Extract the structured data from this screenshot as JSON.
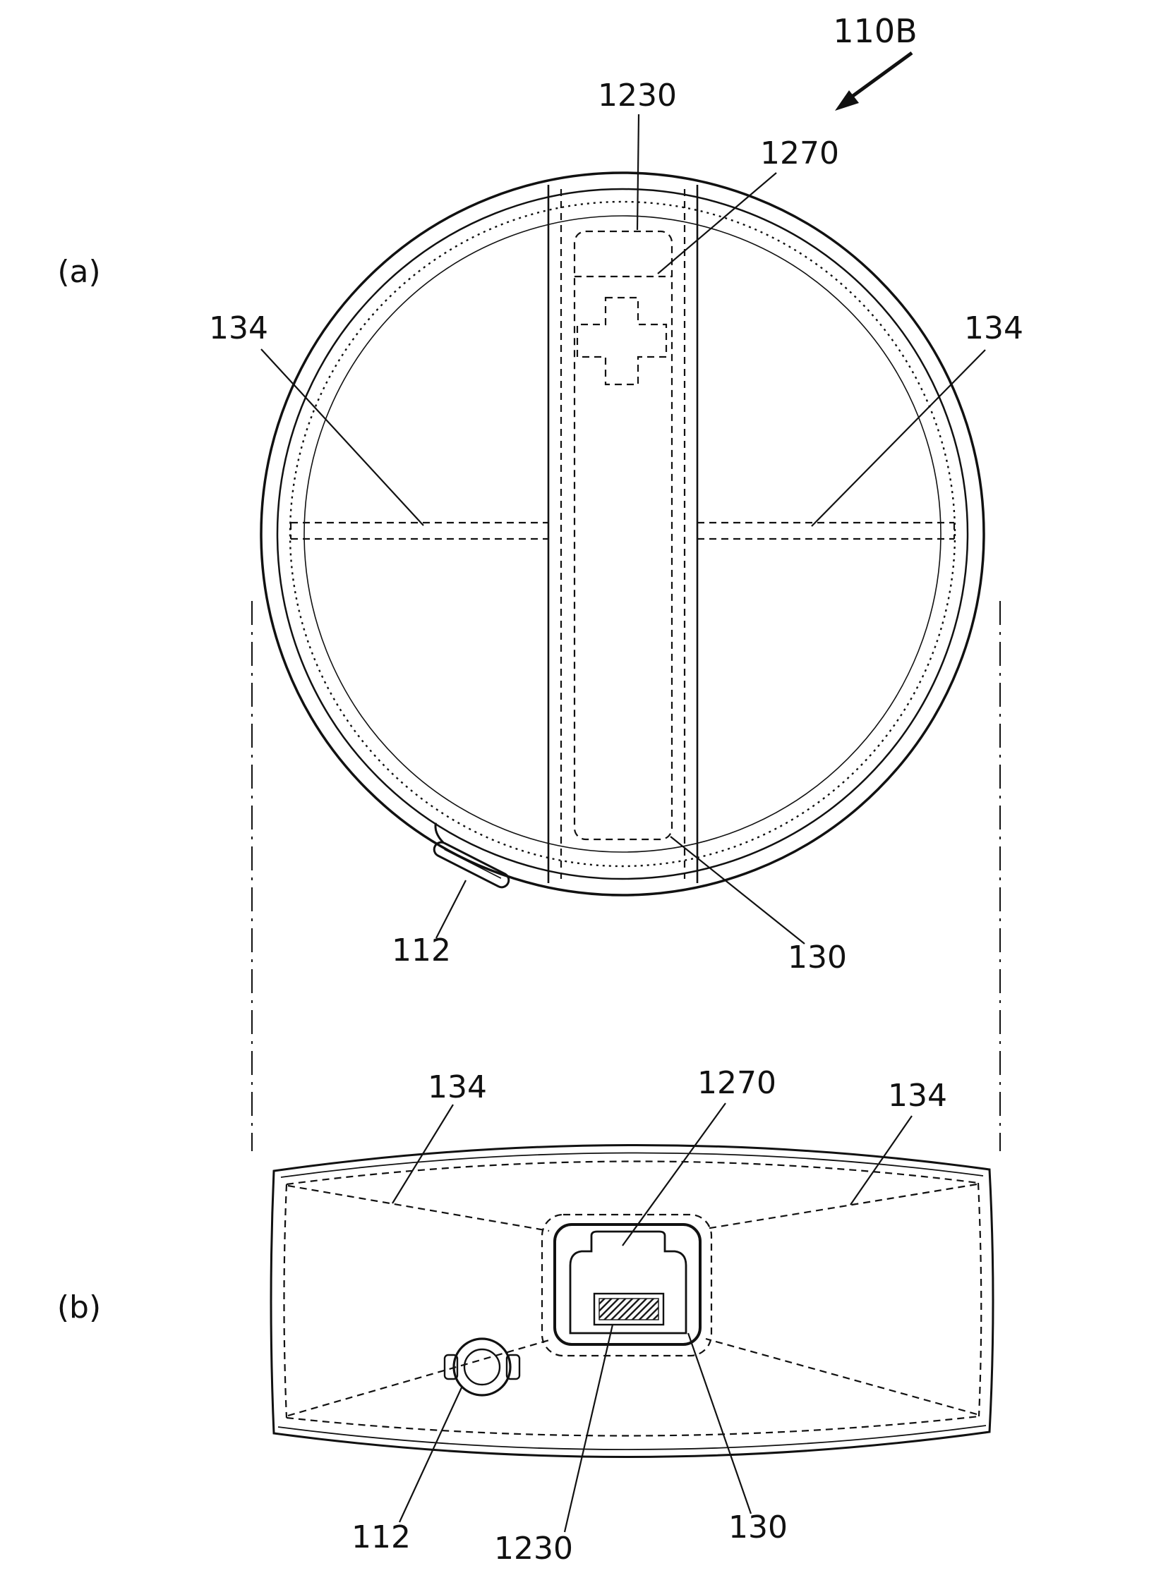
{
  "figure": {
    "kind": "patent-drawing",
    "colors": {
      "line": "#111111",
      "background": "#ffffff"
    },
    "labels": {
      "ref110B": "110B",
      "viewA": "(a)",
      "viewB": "(b)",
      "a1230": "1230",
      "a1270": "1270",
      "a134L": "134",
      "a134R": "134",
      "a112": "112",
      "a130": "130",
      "b134L": "134",
      "b1270": "1270",
      "b134R": "134",
      "b112": "112",
      "b1230": "1230",
      "b130": "130"
    }
  }
}
